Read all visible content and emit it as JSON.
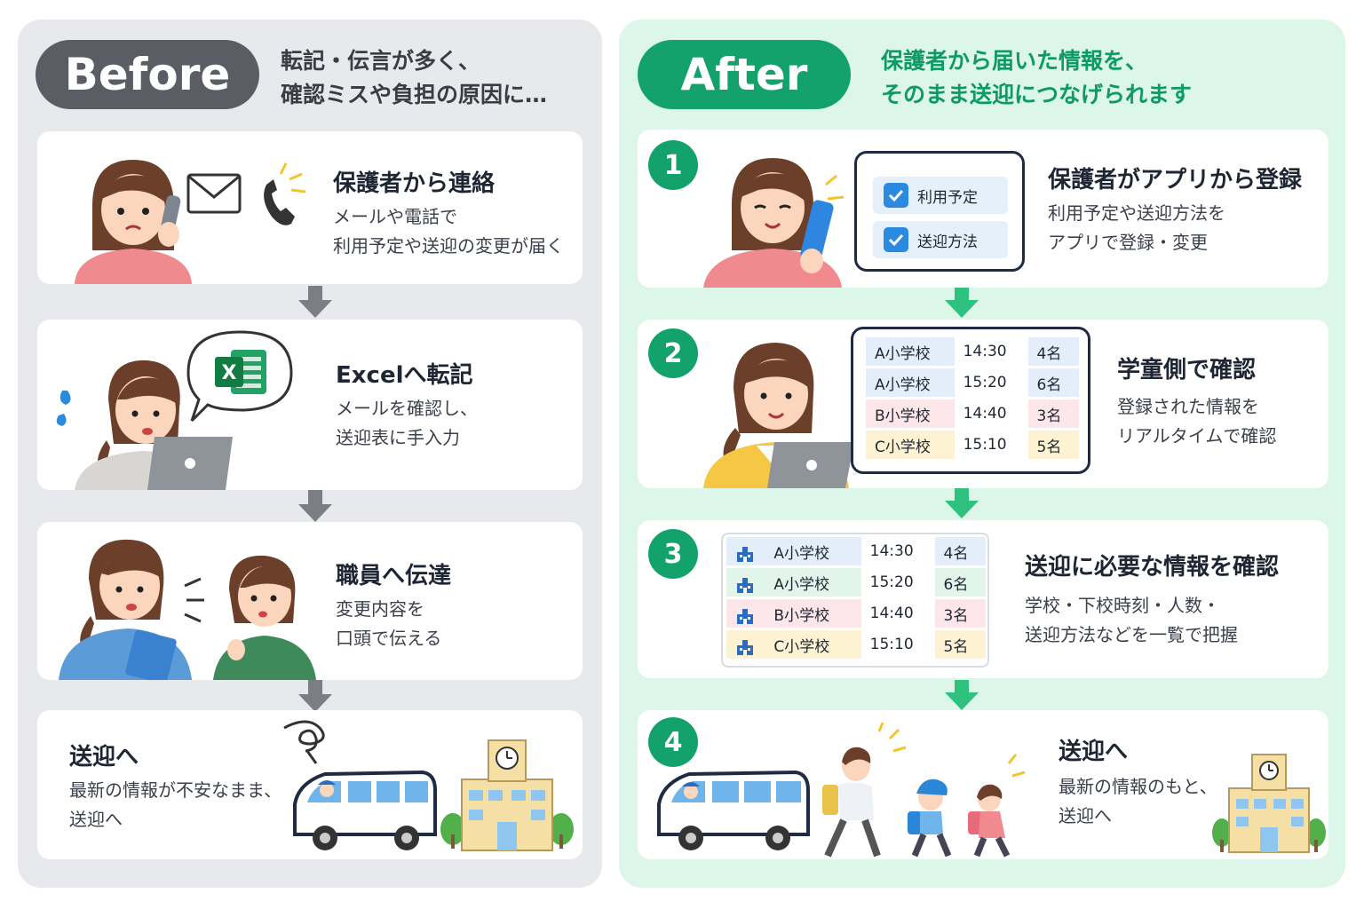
{
  "before": {
    "badge": "Before",
    "headline": [
      "転記・伝言が多く、",
      "確認ミスや負担の原因に…"
    ],
    "steps": [
      {
        "title": "保護者から連絡",
        "lines": [
          "メールや電話で",
          "利用予定や送迎の変更が届く"
        ]
      },
      {
        "title": "Excelへ転記",
        "lines": [
          "メールを確認し、",
          "送迎表に手入力"
        ]
      },
      {
        "title": "職員へ伝達",
        "lines": [
          "変更内容を",
          "口頭で伝える"
        ]
      },
      {
        "title": "送迎へ",
        "lines": [
          "最新の情報が不安なまま、",
          "送迎へ"
        ]
      }
    ]
  },
  "after": {
    "badge": "After",
    "headline": [
      "保護者から届いた情報を、",
      "そのまま送迎につなげられます"
    ],
    "steps": [
      {
        "num": "1",
        "title": "保護者がアプリから登録",
        "lines": [
          "利用予定や送迎方法を",
          "アプリで登録・変更"
        ],
        "checks": [
          "利用予定",
          "送迎方法"
        ]
      },
      {
        "num": "2",
        "title": "学童側で確認",
        "lines": [
          "登録された情報を",
          "リアルタイムで確認"
        ]
      },
      {
        "num": "3",
        "title": "送迎に必要な情報を確認",
        "lines": [
          "学校・下校時刻・人数・",
          "送迎方法などを一覧で把握"
        ]
      },
      {
        "num": "4",
        "title": "送迎へ",
        "lines": [
          "最新の情報のもと、",
          "送迎へ"
        ]
      }
    ],
    "schedule": [
      {
        "school": "A小学校",
        "time": "14:30",
        "count": "4名",
        "color": "blue"
      },
      {
        "school": "A小学校",
        "time": "15:20",
        "count": "6名",
        "color": "blue"
      },
      {
        "school": "B小学校",
        "time": "14:40",
        "count": "3名",
        "color": "pink"
      },
      {
        "school": "C小学校",
        "time": "15:10",
        "count": "5名",
        "color": "yellow"
      }
    ],
    "schedule3": [
      {
        "school": "A小学校",
        "time": "14:30",
        "count": "4名",
        "color": "blue"
      },
      {
        "school": "A小学校",
        "time": "15:20",
        "count": "6名",
        "color": "green"
      },
      {
        "school": "B小学校",
        "time": "14:40",
        "count": "3名",
        "color": "pink"
      },
      {
        "school": "C小学校",
        "time": "15:10",
        "count": "5名",
        "color": "yellow"
      }
    ]
  },
  "icons": [
    "envelope-icon",
    "phone-icon",
    "excel-icon",
    "checkbox-icon",
    "school-building-icon",
    "van-icon",
    "clock-icon"
  ],
  "colors": {
    "before_bg": "#e8e9ec",
    "before_badge": "#5a5d63",
    "after_bg": "#dcf6e9",
    "after_accent": "#13a26c",
    "arrow_gray": "#7b7e84",
    "arrow_green": "#2ec27e"
  }
}
